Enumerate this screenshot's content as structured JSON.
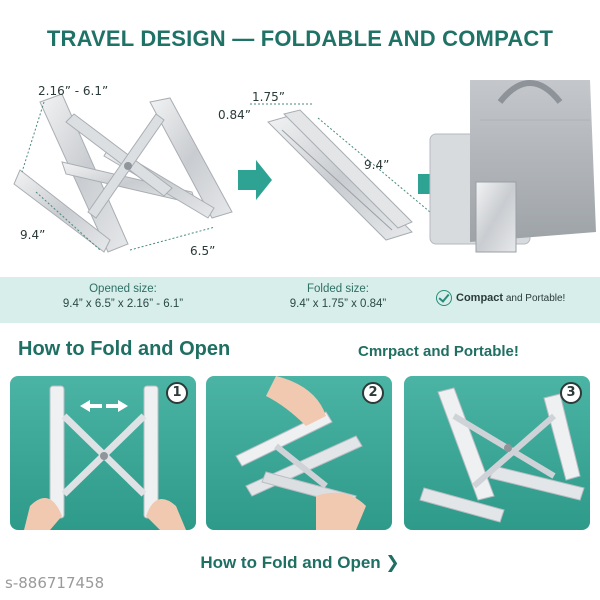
{
  "header": {
    "title": "TRAVEL DESIGN — FOLDABLE AND COMPACT"
  },
  "dimensions": {
    "height_range": "2.16” - 6.1”",
    "depth": "9.4”",
    "width": "6.5”",
    "folded_width": "1.75”",
    "folded_thickness": "0.84”",
    "folded_length": "9.4”"
  },
  "specs": {
    "opened_label": "Opened size:",
    "opened_value": "9.4” x 6.5” x 2.16” - 6.1”",
    "folded_label": "Folded size:",
    "folded_value": "9.4” x 1.75” x 0.84”",
    "badge_strong": "Compact",
    "badge_rest": " and Portable!"
  },
  "section": {
    "how_title": "How to Fold and Open",
    "compact_title": "Cmrpact and Portable!"
  },
  "steps": [
    {
      "number": "1"
    },
    {
      "number": "2"
    },
    {
      "number": "3"
    }
  ],
  "footer": {
    "link_label": "How to Fold and Open",
    "link_arrow": "❯",
    "watermark": "s-886717458"
  },
  "colors": {
    "brand_teal": "#1f7366",
    "panel_teal": "#3aa898",
    "band_bg": "#d8eeea",
    "arrow_teal": "#2ea393"
  }
}
